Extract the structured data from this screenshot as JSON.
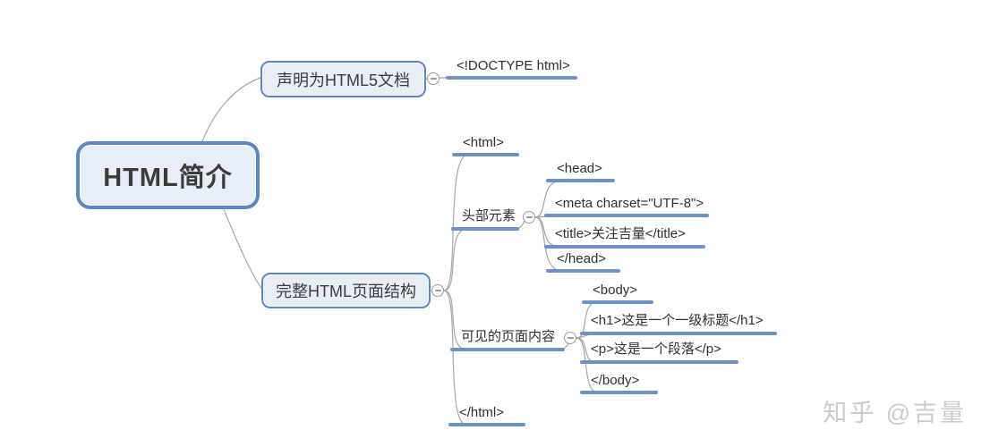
{
  "colors": {
    "node_border": "#5c87c6",
    "node_fill": "#e7eef8",
    "branch_underline": "#6b93ca",
    "connector_line": "#a6a6a6",
    "text": "#3b3b3b",
    "watermark": "#cbcbcb"
  },
  "mindmap": {
    "root": {
      "label": "HTML简介"
    },
    "branches": [
      {
        "label": "声明为HTML5文档",
        "children": [
          {
            "label": "<!DOCTYPE html>"
          }
        ]
      },
      {
        "label": "完整HTML页面结构",
        "children": [
          {
            "label": "<html>"
          },
          {
            "label": "头部元素",
            "children": [
              {
                "label": "<head>"
              },
              {
                "label": "<meta charset=\"UTF-8\">"
              },
              {
                "label": "<title>关注吉量</title>"
              },
              {
                "label": "</head>"
              }
            ]
          },
          {
            "label": "可见的页面内容",
            "children": [
              {
                "label": "<body>"
              },
              {
                "label": "<h1>这是一个一级标题</h1>"
              },
              {
                "label": "<p>这是一个段落</p>"
              },
              {
                "label": "</body>"
              }
            ]
          },
          {
            "label": "</html>"
          }
        ]
      }
    ]
  },
  "watermark": {
    "text": "知乎 @吉量"
  }
}
